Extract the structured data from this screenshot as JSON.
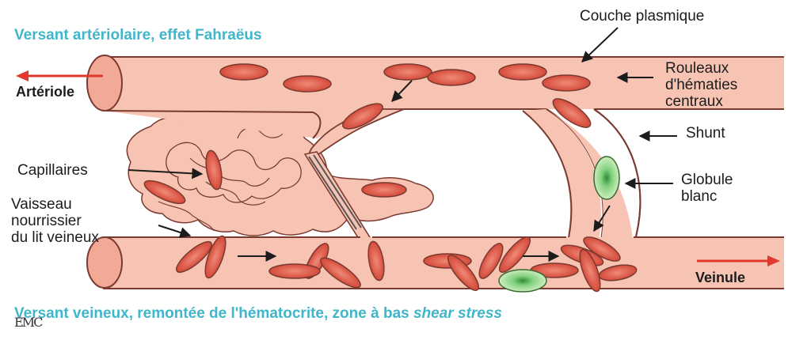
{
  "title_top": "Versant artériolaire, effet Fahraëus",
  "title_bottom_main": "Versant veineux, remontée de l'hématocrite, zone à bas ",
  "title_bottom_italic": "shear stress",
  "labels": {
    "arteriole": "Artériole",
    "veinule": "Veinule",
    "couche": "Couche plasmique",
    "rouleaux": [
      "Rouleaux",
      "d'hématies",
      "centraux"
    ],
    "shunt": "Shunt",
    "globule": [
      "Globule",
      "blanc"
    ],
    "capillaires": "Capillaires",
    "vaisseau": [
      "Vaisseau",
      "nourrissier",
      "du lit veineux"
    ]
  },
  "logo": "EMC",
  "colors": {
    "vessel": "#f7c4b4",
    "vessel_stroke": "#7a3a30",
    "rbc": "#e15a48",
    "wbc": "#6cc26a",
    "arrow_red": "#e0382a",
    "teal": "#3fb6c9"
  }
}
